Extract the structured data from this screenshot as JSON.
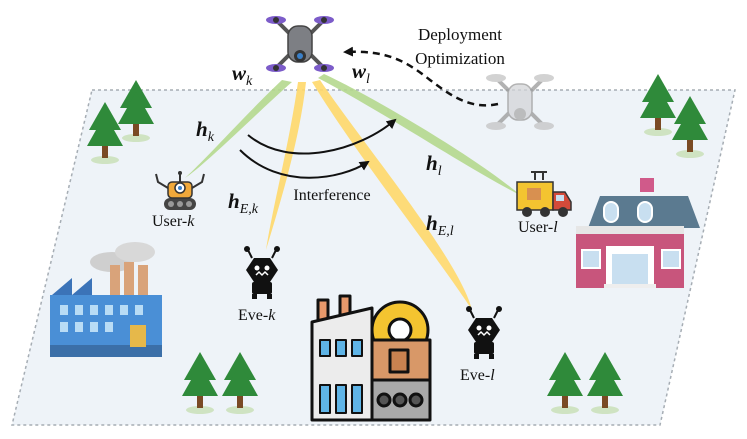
{
  "labels": {
    "deployment_line1": "Deployment",
    "deployment_line2": "Optimization",
    "interference": "Interference",
    "w_k": {
      "main": "w",
      "sub": "k"
    },
    "w_l": {
      "main": "w",
      "sub": "l"
    },
    "h_k": {
      "main": "h",
      "sub": "k"
    },
    "h_l": {
      "main": "h",
      "sub": "l"
    },
    "h_Ek": {
      "main": "h",
      "sub": "E,k"
    },
    "h_El": {
      "main": "h",
      "sub": "E,l"
    },
    "user_k": {
      "prefix": "User-",
      "idx": "k"
    },
    "user_l": {
      "prefix": "User-",
      "idx": "l"
    },
    "eve_k": {
      "prefix": "Eve-",
      "idx": "k"
    },
    "eve_l": {
      "prefix": "Eve-",
      "idx": "l"
    }
  },
  "icons": {
    "uav_active": "drone-icon",
    "uav_target": "drone-ghost-icon",
    "user_k": "robot-user-icon",
    "user_l": "truck-user-icon",
    "eve_k": "eavesdropper-icon",
    "eve_l": "eavesdropper-icon",
    "factory_left": "factory-icon",
    "factory_center": "industrial-plant-icon",
    "house": "house-icon",
    "trees": "tree-icon"
  },
  "colors": {
    "legit_beam": "#b5d98e",
    "eve_beam": "#ffd96b",
    "ground": "#eef3f8",
    "ground_border": "#a6adb4"
  }
}
